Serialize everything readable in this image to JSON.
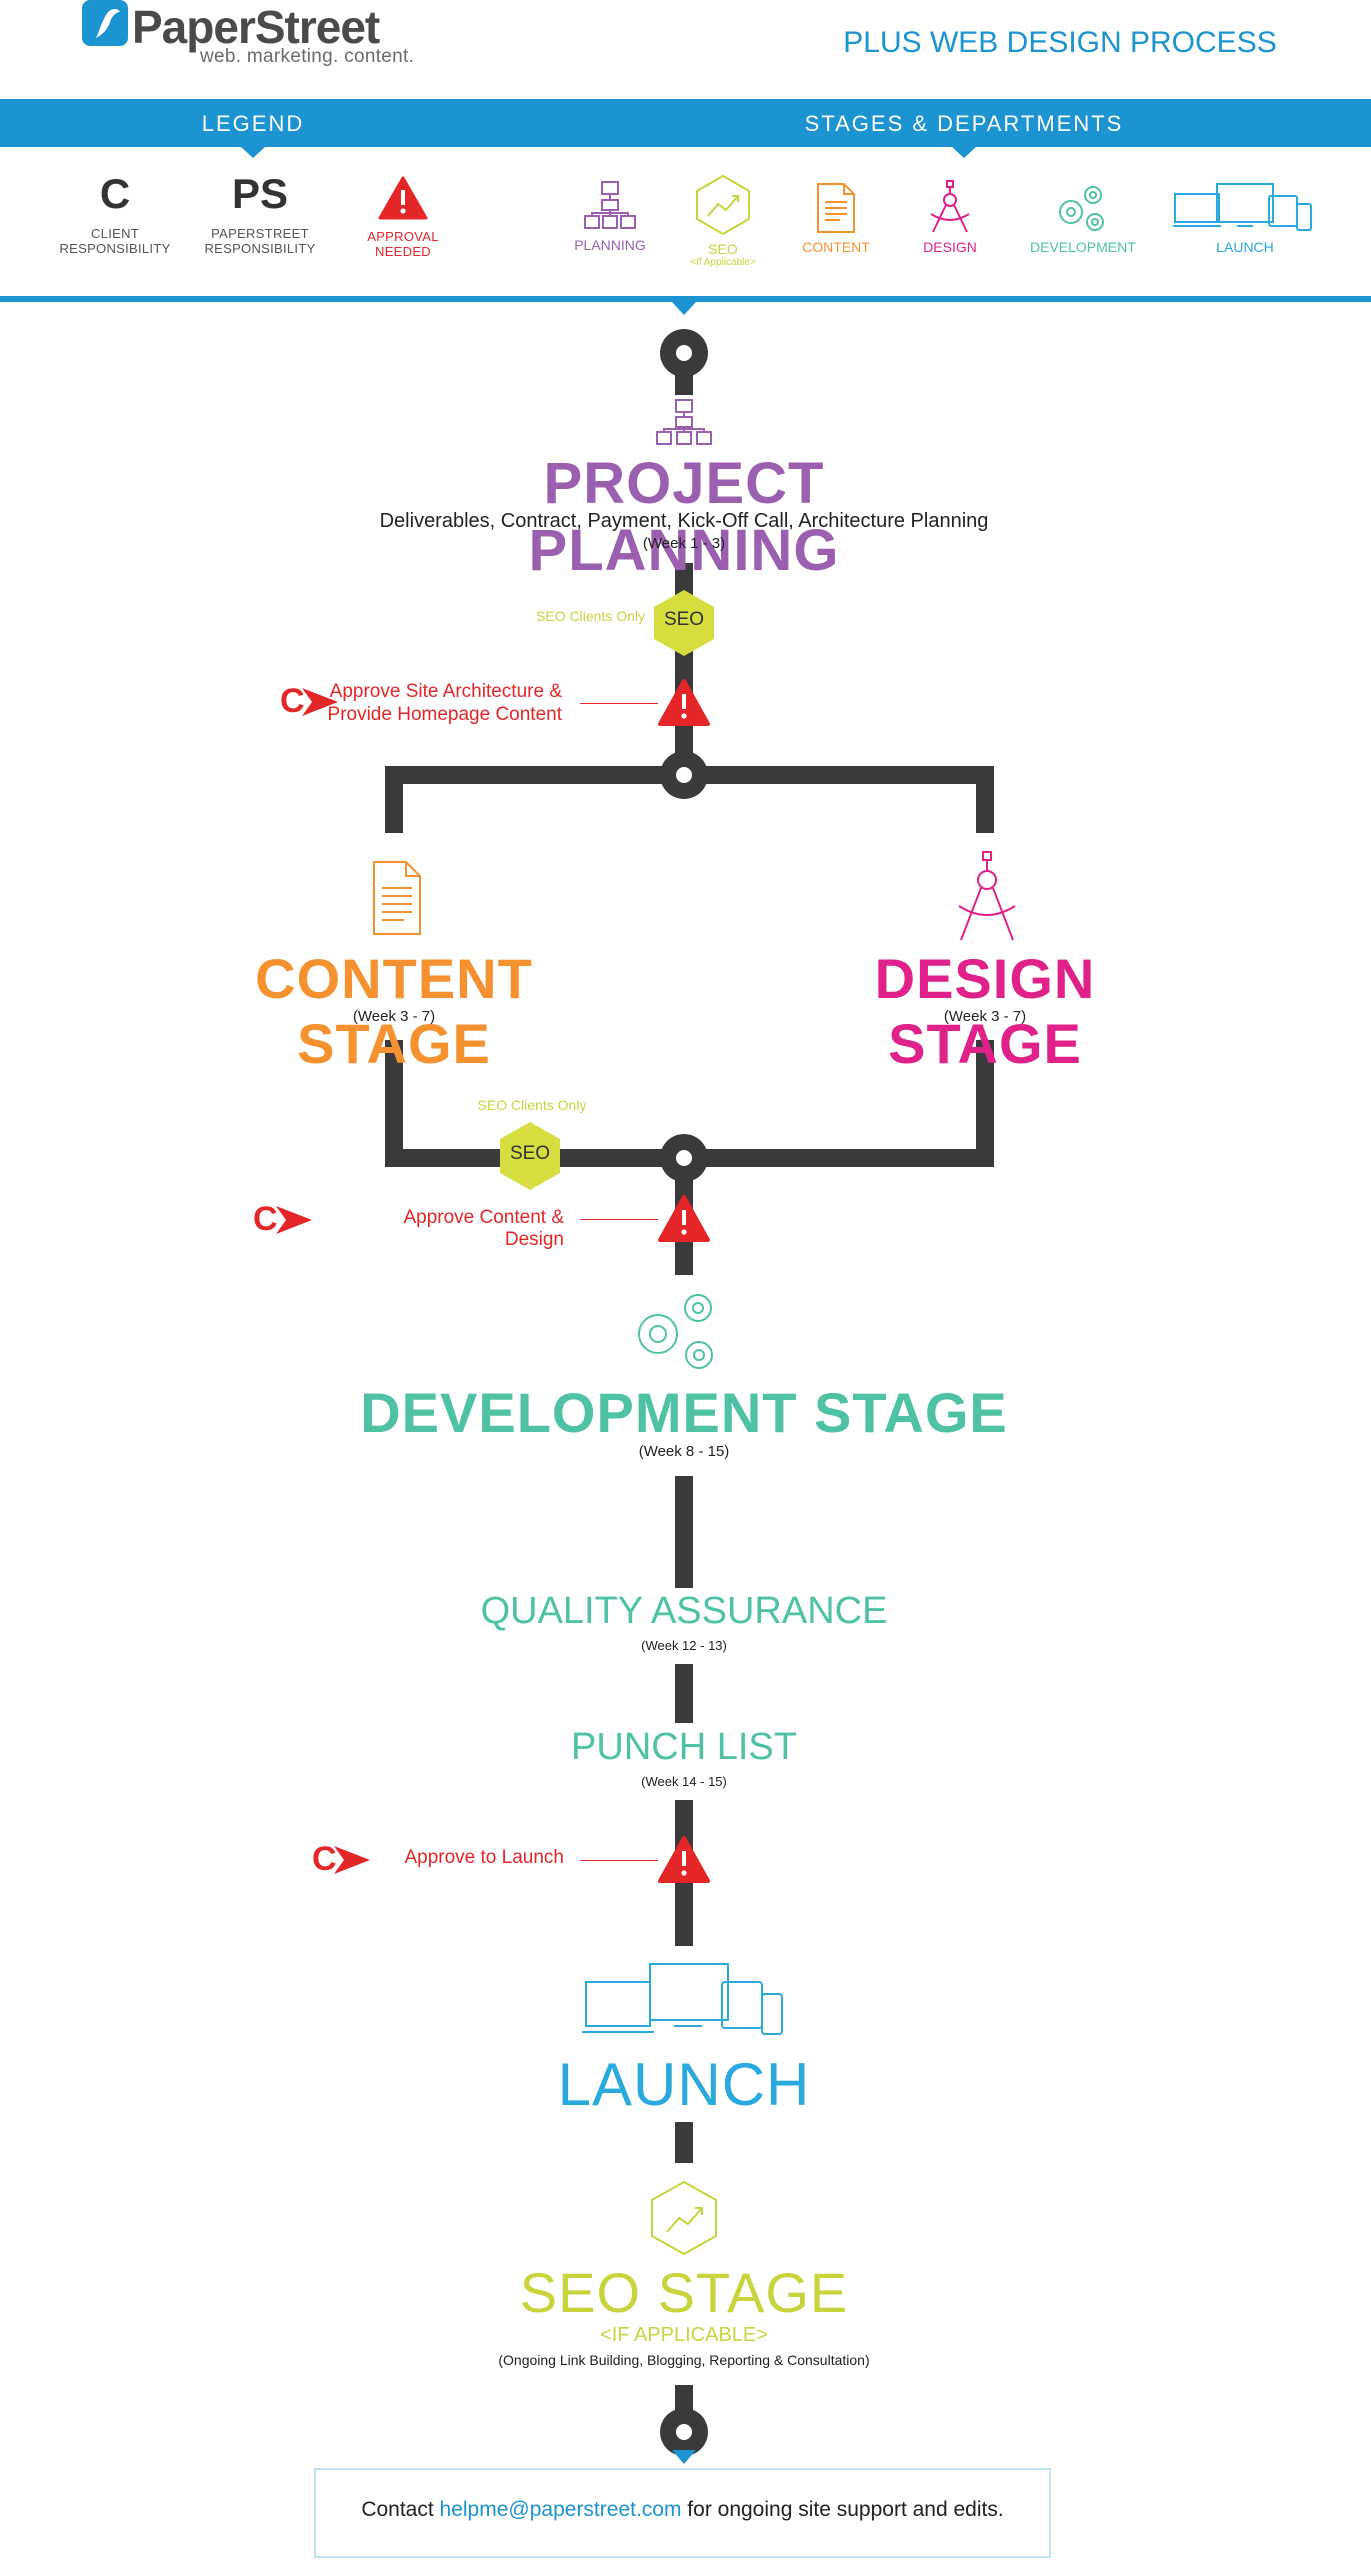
{
  "header": {
    "logo_text": "PaperStreet",
    "logo_tagline": "web. marketing. content.",
    "process_title": "PLUS WEB DESIGN PROCESS"
  },
  "legend": {
    "title": "LEGEND",
    "items": [
      {
        "symbol": "C",
        "caption_1": "CLIENT",
        "caption_2": "RESPONSIBILITY"
      },
      {
        "symbol": "PS",
        "caption_1": "PAPERSTREET",
        "caption_2": "RESPONSIBILITY"
      },
      {
        "symbol": "warning-icon",
        "caption_1": "APPROVAL",
        "caption_2": "NEEDED"
      }
    ]
  },
  "stages_header": {
    "title": "STAGES & DEPARTMENTS",
    "items": [
      {
        "label": "PLANNING",
        "icon": "sitemap-icon",
        "color": "#9b5fb0"
      },
      {
        "label": "SEO",
        "sub": "<If Applicable>",
        "icon": "seo-hexagon-icon",
        "color": "#c9d33c"
      },
      {
        "label": "CONTENT",
        "icon": "document-icon",
        "color": "#f5922f"
      },
      {
        "label": "DESIGN",
        "icon": "compass-icon",
        "color": "#e0218a"
      },
      {
        "label": "DEVELOPMENT",
        "icon": "gears-icon",
        "color": "#4fc2a6"
      },
      {
        "label": "LAUNCH",
        "icon": "devices-icon",
        "color": "#29a9de"
      }
    ]
  },
  "flow": {
    "planning": {
      "title": "PROJECT PLANNING",
      "desc": "Deliverables, Contract, Payment, Kick-Off Call, Architecture Planning",
      "weeks": "(Week 1 - 3)",
      "seo_note": "SEO Clients Only",
      "seo_badge": "SEO",
      "approval_marker": "C",
      "approval_line1": "Approve Site Architecture &",
      "approval_line2": "Provide Homepage Content"
    },
    "content": {
      "title": "CONTENT STAGE",
      "weeks": "(Week 3 - 7)"
    },
    "design": {
      "title": "DESIGN STAGE",
      "weeks": "(Week 3 - 7)"
    },
    "merge": {
      "seo_note": "SEO Clients Only",
      "seo_badge": "SEO",
      "approval_marker": "C",
      "approval": "Approve Content & Design"
    },
    "development": {
      "title": "DEVELOPMENT STAGE",
      "weeks": "(Week 8 - 15)"
    },
    "qa": {
      "title": "QUALITY ASSURANCE",
      "weeks": "(Week 12 - 13)"
    },
    "punch": {
      "title": "PUNCH LIST",
      "weeks": "(Week 14 - 15)"
    },
    "launch_approval": {
      "marker": "C",
      "text": "Approve to Launch"
    },
    "launch": {
      "title": "LAUNCH"
    },
    "seo": {
      "title": "SEO STAGE",
      "subtitle": "<IF APPLICABLE>",
      "desc": "(Ongoing Link Building, Blogging, Reporting & Consultation)"
    }
  },
  "contact": {
    "prefix": "Contact ",
    "email": "helpme@paperstreet.com",
    "suffix": " for ongoing site support and edits."
  },
  "colors": {
    "brand_blue": "#1c94d2",
    "planning": "#9b5fb0",
    "seo": "#c9d33c",
    "content": "#f5922f",
    "design": "#e0218a",
    "development": "#4fc2a6",
    "launch": "#29a9de",
    "approval_red": "#e52628",
    "track": "#3a3a3c"
  }
}
